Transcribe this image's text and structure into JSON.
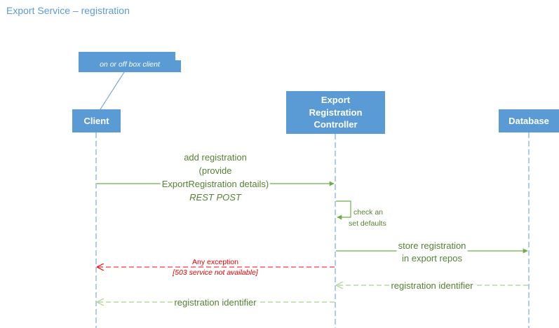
{
  "title": "Export Service – registration",
  "note": "on or off box client",
  "participants": {
    "client": "Client",
    "controller_line1": "Export",
    "controller_line2": "Registration",
    "controller_line3": "Controller",
    "database": "Database"
  },
  "messages": {
    "add_registration": {
      "line1": "add registration",
      "line2": "(provide",
      "line3": "ExportRegistration details)",
      "line4": "REST POST"
    },
    "check_defaults": {
      "line1": "check an",
      "line2": "set defaults"
    },
    "store_registration": {
      "line1": "store registration",
      "line2": "in export repos"
    },
    "exception": {
      "line1": "Any exception",
      "line2": "[503 service not available]"
    },
    "db_reply": "registration identifier",
    "client_reply": "registration identifier"
  },
  "colors": {
    "participant_fill": "#5b9bd5",
    "lifeline": "#5b9bd5",
    "message": "#70ad47",
    "message_text": "#548235",
    "exception": "#ff0000"
  }
}
